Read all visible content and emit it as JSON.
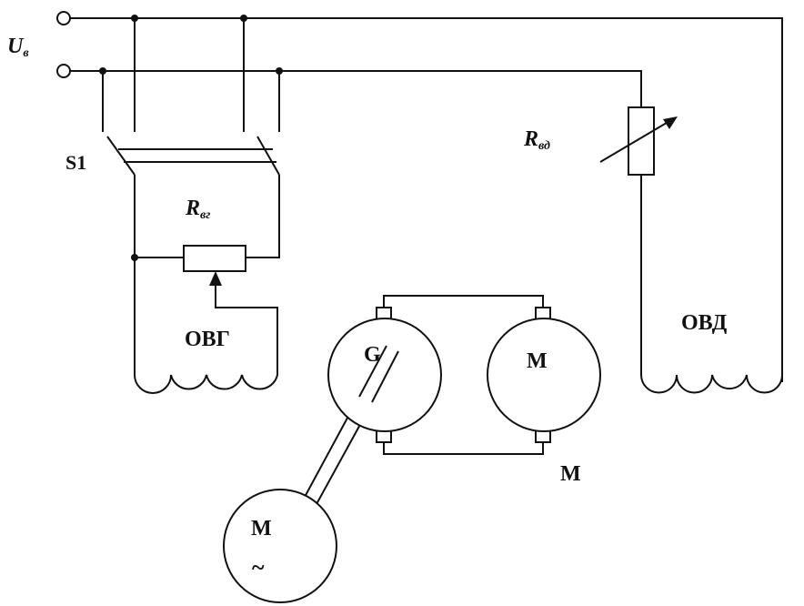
{
  "labels": {
    "supply_main": "U",
    "supply_sub": "в",
    "switch": "S1",
    "rheostat_gen_main": "R",
    "rheostat_gen_sub": "вг",
    "rheostat_motor_main": "R",
    "rheostat_motor_sub": "вд",
    "field_gen": "ОВГ",
    "field_motor": "ОВД",
    "generator": "G",
    "motor_dc": "М",
    "motor_label": "М",
    "motor_ac": "М",
    "motor_ac_symbol": "~"
  }
}
